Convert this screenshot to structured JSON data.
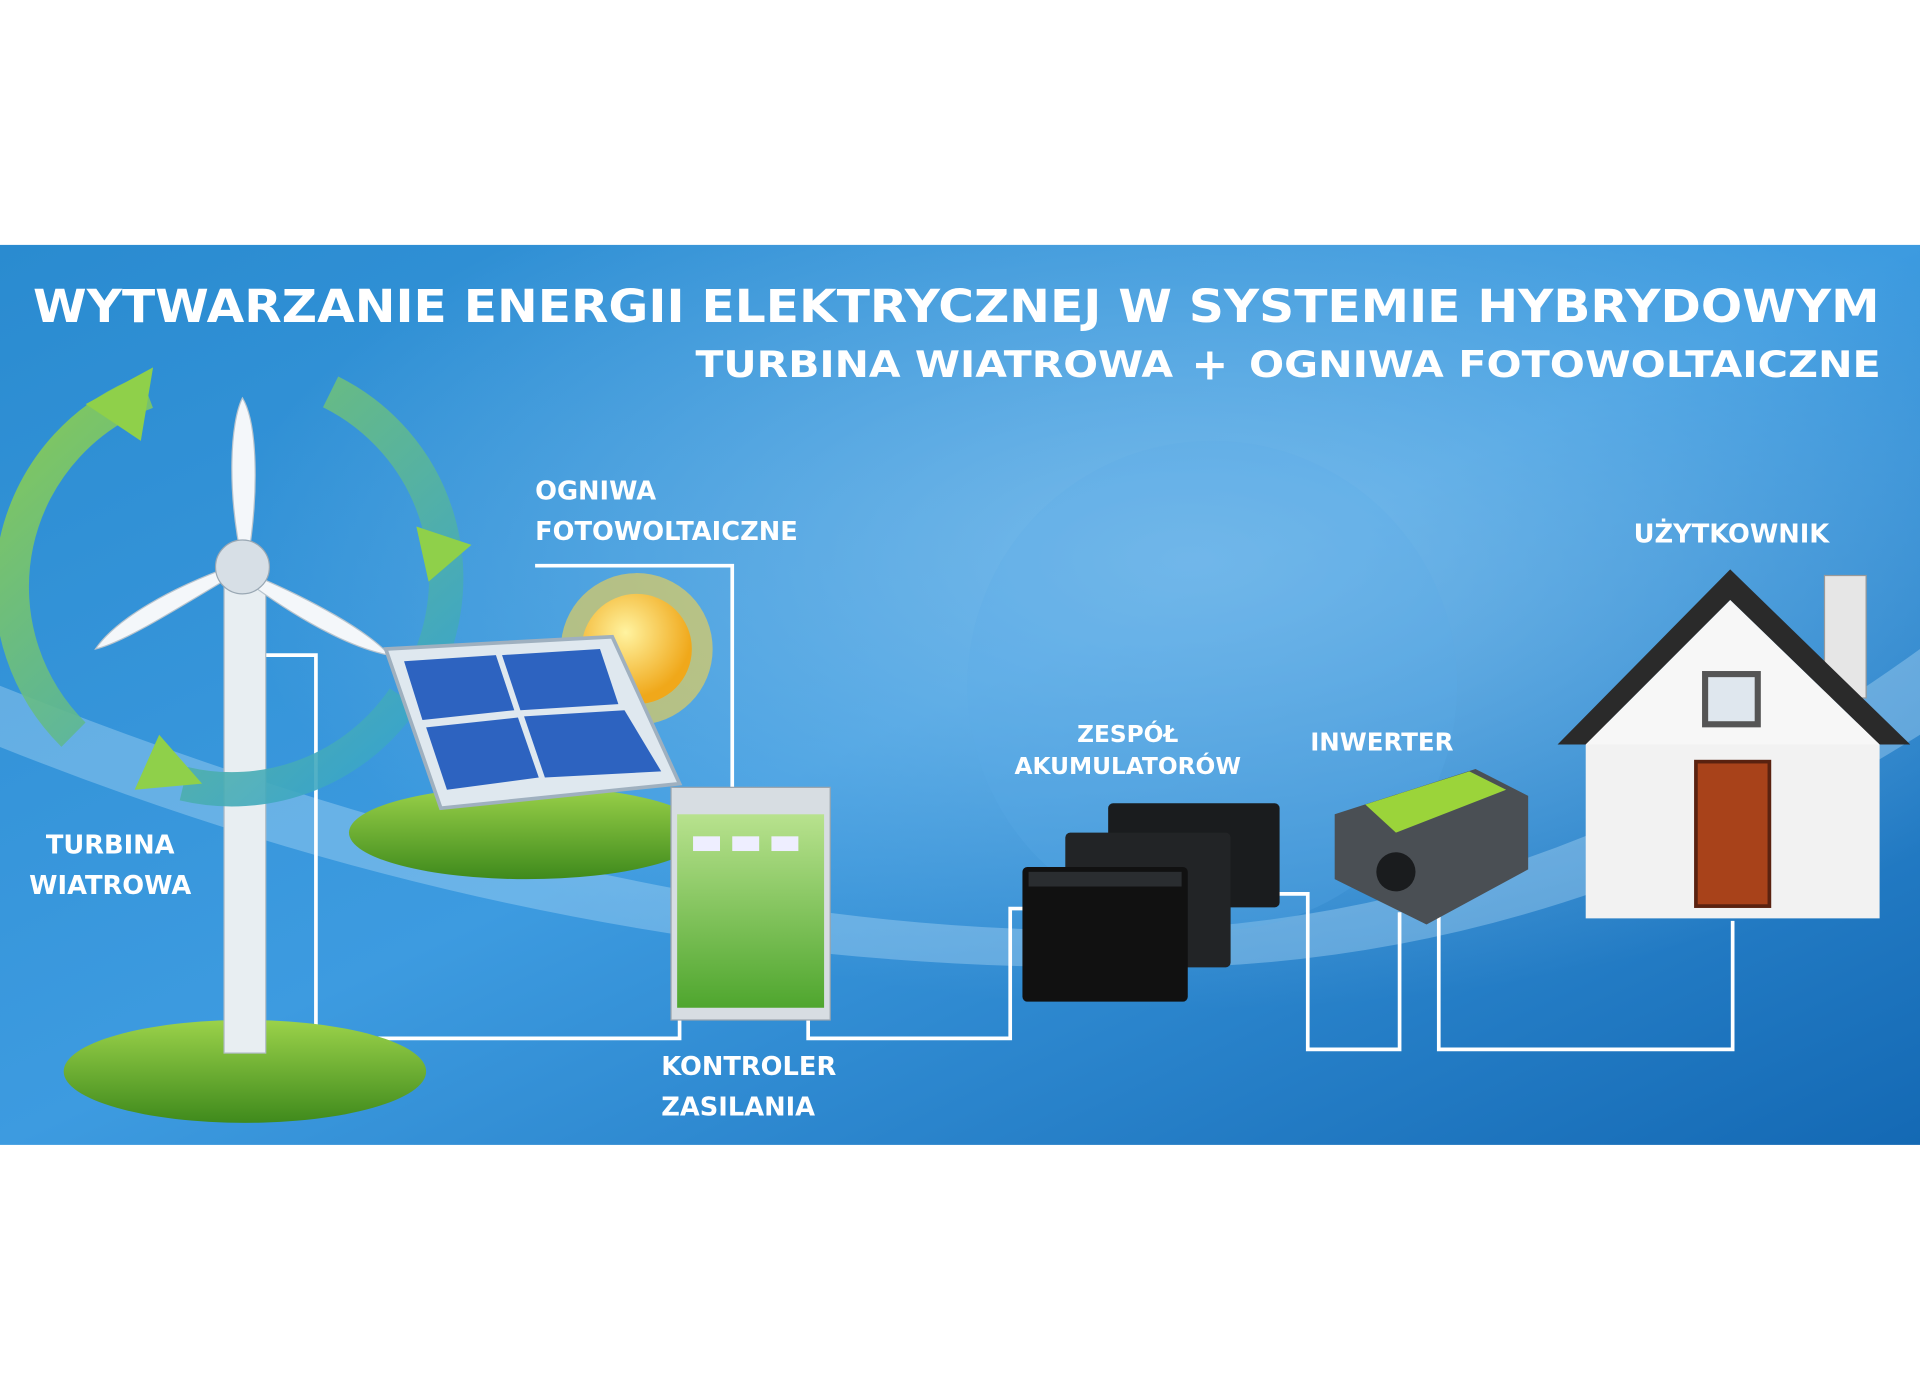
{
  "title": "WYTWARZANIE ENERGII ELEKTRYCZNEJ W SYSTEMIE HYBRYDOWYM",
  "subtitle": {
    "part1": "TURBINA WIATROWA",
    "plus": "+",
    "part2": "OGNIWA FOTOWOLTAICZNE"
  },
  "labels": {
    "pv": [
      "OGNIWA",
      "FOTOWOLTAICZNE"
    ],
    "turbine": [
      "TURBINA",
      "WIATROWA"
    ],
    "controller": [
      "KONTROLER",
      "ZASILANIA"
    ],
    "batteries": [
      "ZESPÓŁ",
      "AKUMULATORÓW"
    ],
    "inverter": "INWERTER",
    "user": "UŻYTKOWNIK"
  },
  "colors": {
    "background": "#1e7cc4",
    "accent_green": "#7cc242",
    "line": "#ffffff"
  }
}
